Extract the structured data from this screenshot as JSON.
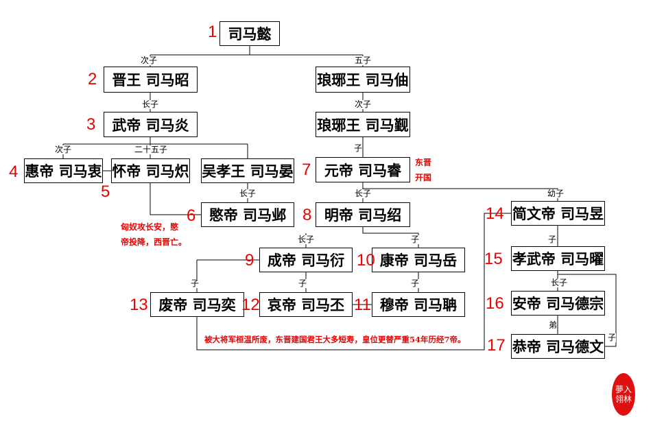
{
  "persons": [
    {
      "num": "1",
      "name": "司马懿"
    },
    {
      "num": "2",
      "name": "晋王 司马昭"
    },
    {
      "num": "",
      "name": "琅琊王 司马伷"
    },
    {
      "num": "3",
      "name": "武帝 司马炎"
    },
    {
      "num": "",
      "name": "琅琊王 司马觐"
    },
    {
      "num": "4",
      "name": "惠帝 司马衷"
    },
    {
      "num": "5",
      "name": "怀帝 司马炽"
    },
    {
      "num": "",
      "name": "吴孝王 司马晏"
    },
    {
      "num": "7",
      "name": "元帝 司马睿"
    },
    {
      "num": "6",
      "name": "愍帝 司马邺"
    },
    {
      "num": "8",
      "name": "明帝 司马绍"
    },
    {
      "num": "14",
      "name": "简文帝 司马昱"
    },
    {
      "num": "9",
      "name": "成帝 司马衍"
    },
    {
      "num": "10",
      "name": "康帝 司马岳"
    },
    {
      "num": "15",
      "name": "孝武帝 司马曜"
    },
    {
      "num": "13",
      "name": "废帝 司马奕"
    },
    {
      "num": "12",
      "name": "哀帝 司马丕"
    },
    {
      "num": "11",
      "name": "穆帝 司马聃"
    },
    {
      "num": "16",
      "name": "安帝 司马德宗"
    },
    {
      "num": "17",
      "name": "恭帝 司马德文"
    }
  ],
  "relations": [
    "次子",
    "五子",
    "长子",
    "次子",
    "次子",
    "二十五子",
    "子",
    "长子",
    "长子",
    "幼子",
    "长子",
    "子",
    "子",
    "子",
    "子",
    "子",
    "长子",
    "弟",
    "子"
  ],
  "notes": {
    "east_jin_founding_1": "东晋",
    "east_jin_founding_2": "开国",
    "west_jin_fall_1": "匈奴攻长安，愍",
    "west_jin_fall_2": "帝投降，西晋亡。",
    "east_jin_summary": "被大将军桓温所废，东晋建国君王大多短寿，皇位更替严重54年历经7帝。"
  },
  "seal": {
    "text": "夢入翎林"
  },
  "colors": {
    "number": "#e00000",
    "note": "#e00000",
    "seal": "#e01010"
  }
}
